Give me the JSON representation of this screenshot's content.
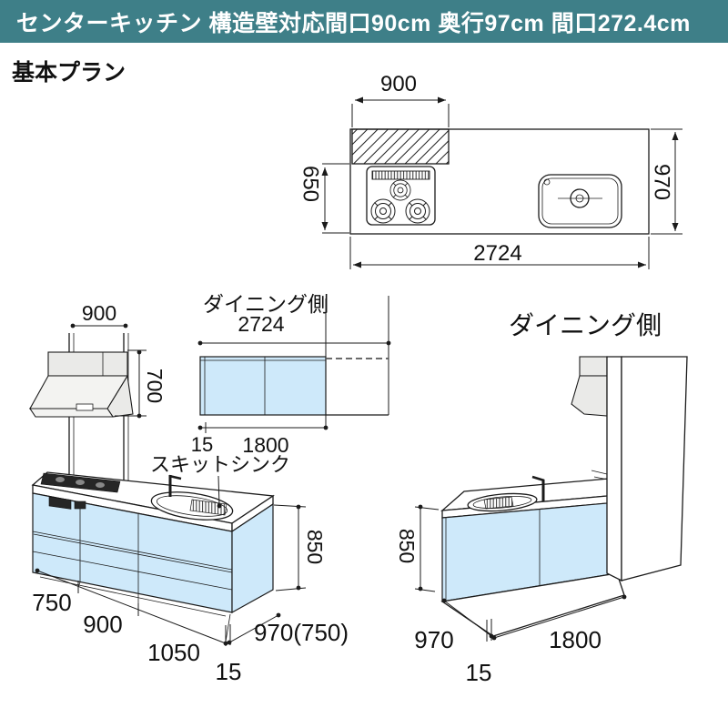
{
  "header": {
    "title": "センターキッチン 構造壁対応間口90cm 奥行97cm 間口272.4cm"
  },
  "page": {
    "subtitle": "基本プラン"
  },
  "colors": {
    "header_bg": "#3E7F88",
    "header_text": "#FFFFFF",
    "cabinet_blue": "#CEE9FA",
    "hood_gray": "#EAEAE8",
    "line": "#1B1B1B"
  },
  "plan_view": {
    "dim_wall_width": "900",
    "dim_depth_front": "650",
    "dim_depth_total": "970",
    "dim_total_width": "2724"
  },
  "kitchen_side_view": {
    "dim_hood_width": "900",
    "dim_hood_height": "700",
    "sink_label": "スキットシンク",
    "dim_section_1": "750",
    "dim_section_2": "900",
    "dim_section_3": "1050",
    "dim_end_panel": "15",
    "dim_depth": "970(750)",
    "dim_height": "850"
  },
  "dining_elevation": {
    "title": "ダイニング側",
    "dim_total_width": "2724",
    "dim_end_panel": "15",
    "dim_cabinet_width": "1800"
  },
  "dining_side_view": {
    "title": "ダイニング側",
    "dim_height": "850",
    "dim_depth": "970",
    "dim_end_panel": "15",
    "dim_width": "1800"
  }
}
